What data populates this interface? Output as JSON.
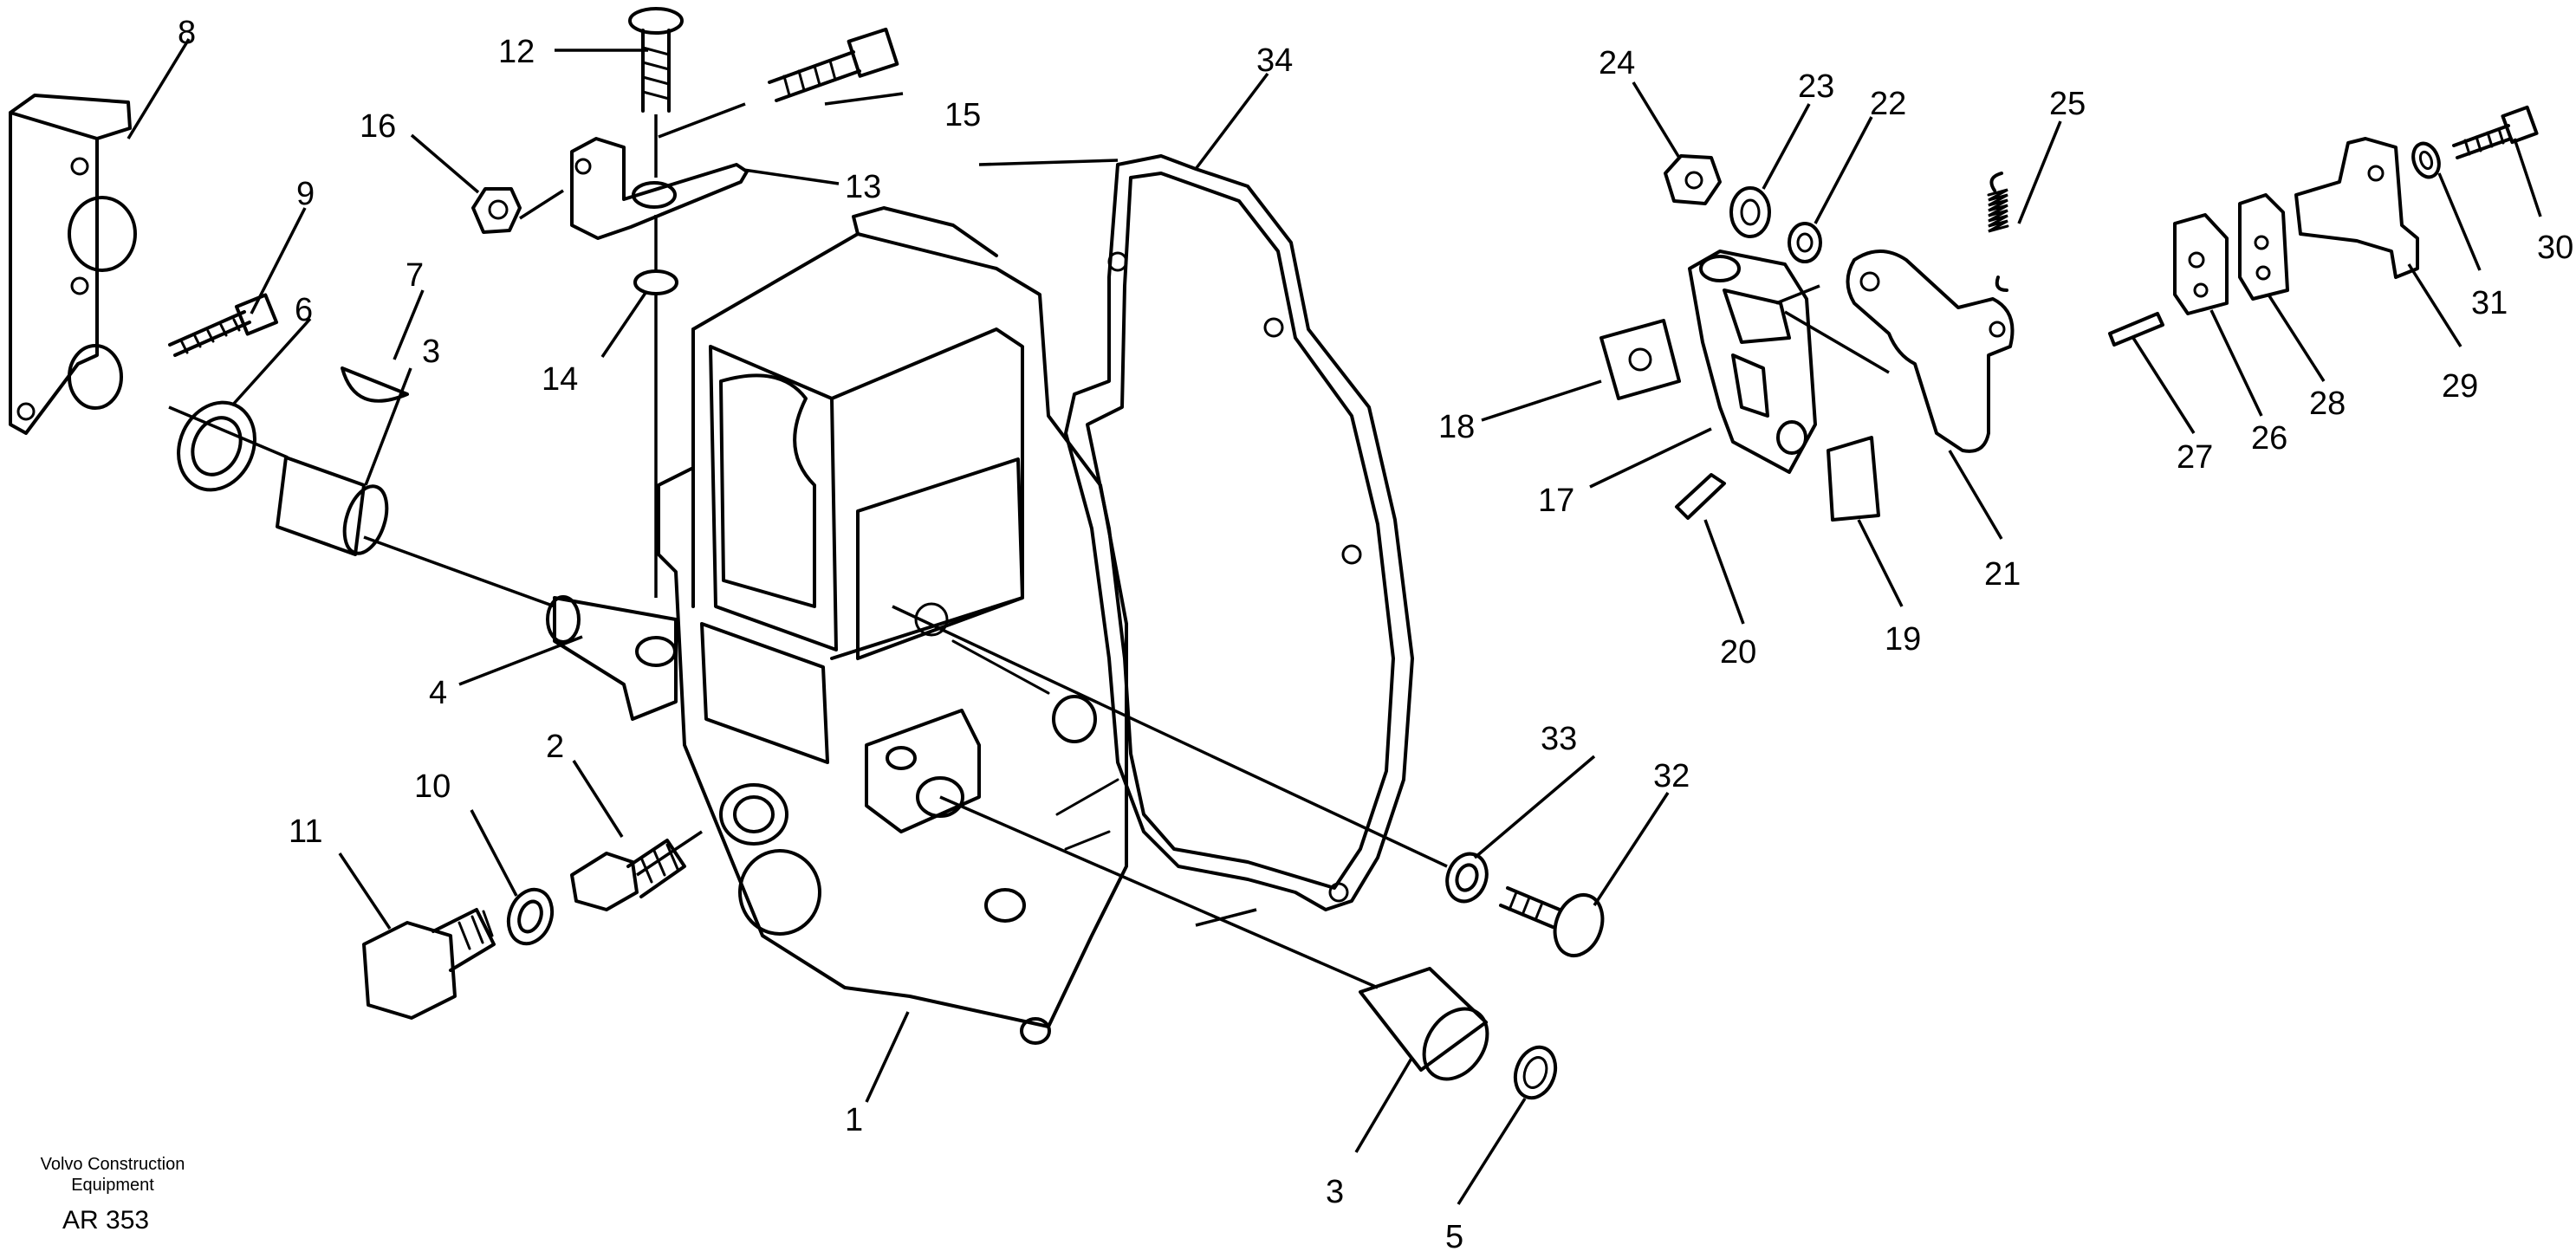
{
  "footer": {
    "company_line1": "Volvo Construction",
    "company_line2": "Equipment",
    "code": "AR 353"
  },
  "callouts": {
    "c1": "1",
    "c2": "2",
    "c3a": "3",
    "c3b": "3",
    "c4": "4",
    "c5": "5",
    "c6": "6",
    "c7": "7",
    "c8": "8",
    "c9": "9",
    "c10": "10",
    "c11": "11",
    "c12": "12",
    "c13": "13",
    "c14": "14",
    "c15": "15",
    "c16": "16",
    "c17": "17",
    "c18": "18",
    "c19": "19",
    "c20": "20",
    "c21": "21",
    "c22": "22",
    "c23": "23",
    "c24": "24",
    "c25": "25",
    "c26": "26",
    "c27": "27",
    "c28": "28",
    "c29": "29",
    "c30": "30",
    "c31": "31",
    "c32": "32",
    "c33": "33",
    "c34": "34"
  }
}
